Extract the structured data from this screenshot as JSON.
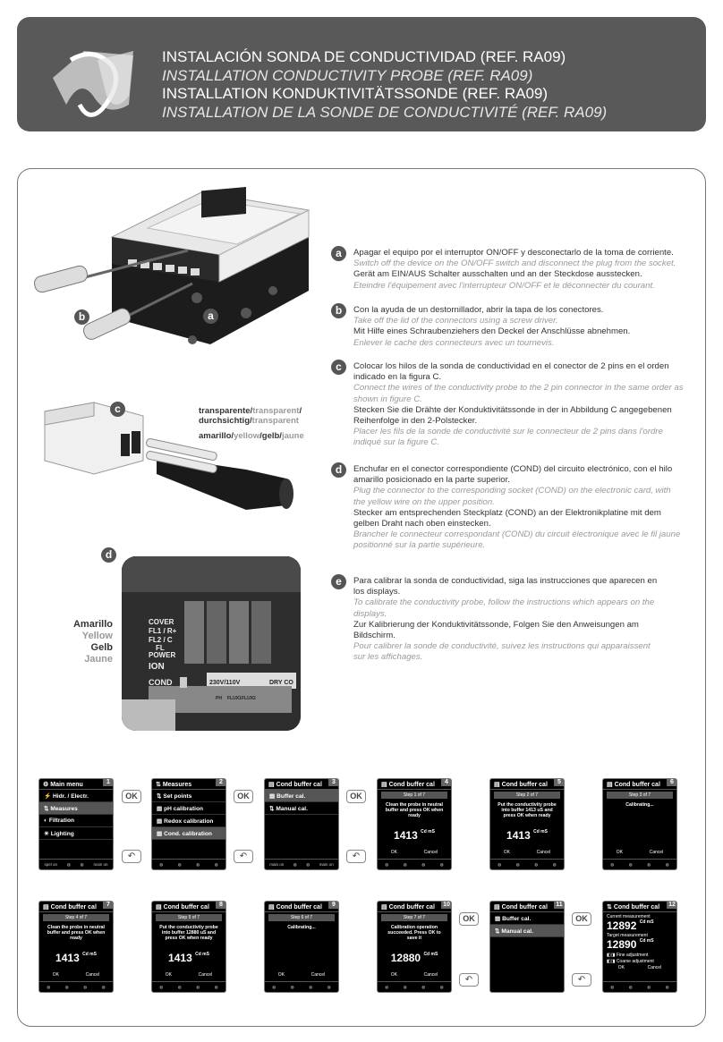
{
  "header": {
    "title_es": "INSTALACIÓN SONDA DE CONDUCTIVIDAD (REF. RA09)",
    "title_en": "INSTALLATION CONDUCTIVITY PROBE (REF. RA09)",
    "title_de": "INSTALLATION  KONDUKTIVITÄTSSONDE (REF. RA09)",
    "title_fr": "INSTALLATION DE LA SONDE DE CONDUCTIVITÉ (REF. RA09)"
  },
  "figures": {
    "badge_a": "a",
    "badge_b": "b",
    "badge_c": "c",
    "badge_d": "d",
    "wire1_es": "transparente/",
    "wire1_en": "transparent",
    "wire1_de": "durchsichtig",
    "wire1_fr": "transparent",
    "wire2_es": "amarillo/",
    "wire2_en": "yellow",
    "wire2_de": "gelb",
    "wire2_fr": "jaune",
    "pcb_es": "Amarillo",
    "pcb_en": "Yellow",
    "pcb_de": "Gelb",
    "pcb_fr": "Jaune",
    "pcb_text": [
      "COVER",
      "FL1 / R+",
      "FL2 / C",
      "FL",
      "POWER",
      "ION",
      "COND",
      "230V/110V",
      "DRY CO",
      "PH",
      "FLUX1",
      "FLUX2"
    ]
  },
  "steps": [
    {
      "badge": "a",
      "es": "Apagar el equipo por el interruptor ON/OFF y desconectarlo de la toma de corriente.",
      "en": "Switch off the device on the ON/OFF switch and disconnect the plug from the socket.",
      "de": "Gerät am EIN/AUS Schalter ausschalten und an der Steckdose ausstecken.",
      "fr": "Eteindre l'équipement avec l'interrupteur ON/OFF et le déconnecter du courant."
    },
    {
      "badge": "b",
      "es": "Con la ayuda de un destornillador, abrir la tapa de los conectores.",
      "en": "Take off the lid of the connectors using a screw driver.",
      "de": "Mit Hilfe eines Schraubenziehers den Deckel der Anschlüsse abnehmen.",
      "fr": "Enlever le cache des connecteurs avec un tournevis."
    },
    {
      "badge": "c",
      "es": "Colocar los hilos de la sonda de conductividad en el conector de 2 pins en el orden indicado en la figura C.",
      "en": "Connect the wires of the conductivity probe to the 2 pin connector in the same order as shown in figure C.",
      "de": "Stecken Sie die Drähte der  Konduktivitätssonde in der in Abbildung C angegebenen Reihenfolge in den 2-Polstecker.",
      "fr": "Placer les fils de la sonde de conductivité sur le connecteur de 2 pins dans l'ordre indiqué sur la figure C."
    },
    {
      "badge": "d",
      "es": "Enchufar en el conector correspondiente (COND) del circuito electrónico, con el hilo amarillo posicionado en la parte superior.",
      "en": "Plug the connector to the corresponding socket (COND) on the electronic card, with the yellow wire on the upper position.",
      "de": "Stecker am entsprechenden Steckplatz (COND) an der Elektronikplatine mit dem gelben Draht nach oben einstecken.",
      "fr": "Brancher le connecteur correspondant (COND) du circuit électronique avec le fil jaune positionné sur la partie supérieure."
    },
    {
      "badge": "e",
      "es": "Para calibrar la sonda de conductividad, siga las instrucciones que aparecen en los displays.",
      "en": "To calibrate the conductivity probe, follow the instructions which appears on the displays.",
      "de": "Zur Kalibrierung der Konduktivitätssonde, Folgen Sie den Anweisungen am Bildschirm.",
      "fr": "Pour calibrer la sonde de conductivité, suivez les instructions qui apparaissent sur les affichages."
    }
  ],
  "screens": {
    "ok": "OK",
    "s1": {
      "num": "1",
      "title": "Main menu",
      "items": [
        "Hidr. / Electr.",
        "Measures",
        "Filtration",
        "Lighting"
      ],
      "bar": [
        "spel on",
        "main on"
      ]
    },
    "s2": {
      "num": "2",
      "title": "Measures",
      "items": [
        "Set points",
        "pH calibration",
        "Redox calibration",
        "Cond. calibration"
      ]
    },
    "s3": {
      "num": "3",
      "title": "Cond buffer cal",
      "items": [
        "Buffer cal.",
        "Manual cal."
      ],
      "bar": [
        "main on",
        "main on"
      ]
    },
    "s4": {
      "num": "4",
      "title": "Cond buffer cal",
      "step": "Step 1 of 7",
      "msg": "Clean the probe in neutral buffer and press OK when ready",
      "value": "1413",
      "unit": "Cd mS",
      "ok": "OK",
      "cancel": "Cancel"
    },
    "s5": {
      "num": "5",
      "title": "Cond buffer cal",
      "step": "Step 2 of 7",
      "msg": "Put the conductivity probe into buffer 1413 uS and press OK when ready",
      "value": "1413",
      "unit": "Cd mS",
      "ok": "OK",
      "cancel": "Cancel"
    },
    "s6": {
      "num": "6",
      "title": "Cond buffer cal",
      "step": "Step 3 of 7",
      "msg": "Calibrating...",
      "ok": "OK",
      "cancel": "Cancel"
    },
    "s7": {
      "num": "7",
      "title": "Cond buffer cal",
      "step": "Step 4 of 7",
      "msg": "Clean the probe in neutral buffer and press OK when ready",
      "value": "1413",
      "unit": "Cd mS",
      "ok": "OK",
      "cancel": "Cancel"
    },
    "s8": {
      "num": "8",
      "title": "Cond buffer cal",
      "step": "Step 5 of 7",
      "msg": "Put the conductivity probe into buffer 12880 uS and press OK when ready",
      "value": "1413",
      "unit": "Cd mS",
      "ok": "OK",
      "cancel": "Cancel"
    },
    "s9": {
      "num": "9",
      "title": "Cond buffer cal",
      "step": "Step 6 of 7",
      "msg": "Calibrating...",
      "ok": "OK",
      "cancel": "Cancel"
    },
    "s10": {
      "num": "10",
      "title": "Cond buffer cal",
      "step": "Step 7 of 7",
      "msg": "Calibration operation succeeded. Press OK to save it",
      "value": "12880",
      "unit": "Cd mS",
      "ok": "OK",
      "cancel": "Cancel"
    },
    "s11": {
      "num": "11",
      "title": "Cond buffer cal",
      "items": [
        "Buffer cal.",
        "Manual cal."
      ]
    },
    "s12": {
      "num": "12",
      "title": "Cond buffer cal",
      "current": "Current measurement",
      "cur_val": "12892",
      "target": "Target measurement",
      "tgt_val": "12890",
      "unit": "Cd mS",
      "fine": "Fine adjustment",
      "coarse": "Coarse adjustment",
      "ok": "OK",
      "cancel": "Cancel"
    }
  }
}
